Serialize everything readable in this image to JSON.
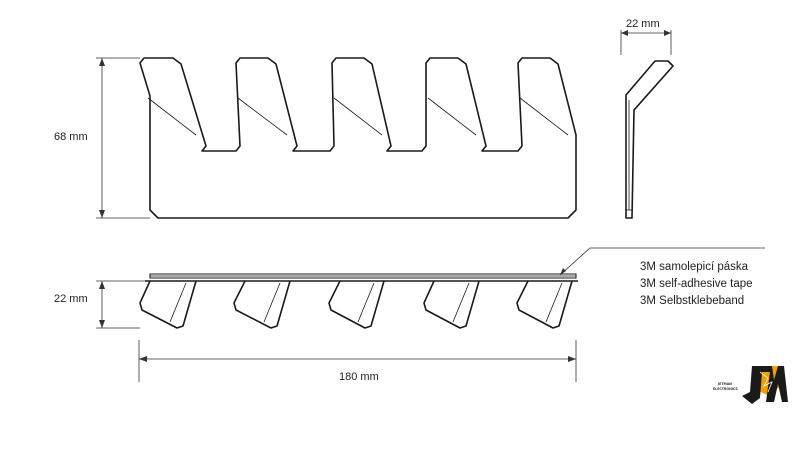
{
  "dimensions": {
    "height_front": "68 mm",
    "depth_side": "22 mm",
    "depth_top": "22 mm",
    "width": "180 mm"
  },
  "tape_label": {
    "cz": "3M samolepicí páska",
    "en": "3M self-adhesive tape",
    "de": "3M Selbstklebeband"
  },
  "logo": {
    "line1": "JETMAN",
    "line2": "ELECTRONICS",
    "mark": "JM",
    "accent_color": "#f2a000"
  }
}
